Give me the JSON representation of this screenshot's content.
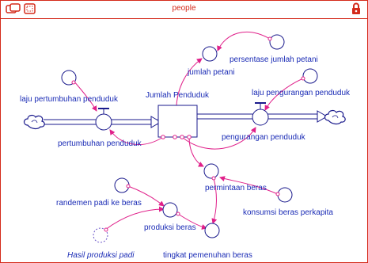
{
  "window": {
    "title": "people"
  },
  "colors": {
    "accent": "#d42a1a",
    "label": "#1a2bb5",
    "connector": "#e0208a",
    "stroke": "#1a1a8c",
    "ghost": "#6a55c8"
  },
  "icons": {
    "toolbar_left": "map-view-icon",
    "toolbar_right": "model-view-icon",
    "lock": "lock-icon",
    "source": "cloud-source-icon",
    "sink": "cloud-sink-icon"
  },
  "diagram": {
    "stock": {
      "label": "Jumlah Penduduk"
    },
    "flows": {
      "inflow": {
        "label": "pertumbuhan penduduk"
      },
      "outflow": {
        "label": "pengurangan penduduk"
      }
    },
    "converters": {
      "laju_pertumbuhan": {
        "label": "laju pertumbuhan penduduk"
      },
      "laju_pengurangan": {
        "label": "laju pengurangan penduduk"
      },
      "jumlah_petani": {
        "label": "jumlah petani"
      },
      "persentase_petani": {
        "label": "persentase jumlah petani"
      },
      "permintaan_beras": {
        "label": "permintaan beras"
      },
      "konsumsi_beras": {
        "label": "konsumsi beras perkapita"
      },
      "randemen": {
        "label": "randemen padi ke beras"
      },
      "produksi_beras": {
        "label": "produksi beras"
      },
      "tingkat_pemenuhan": {
        "label": "tingkat pemenuhan beras"
      },
      "hasil_produksi": {
        "label": "Hasil produksi padi"
      }
    }
  }
}
